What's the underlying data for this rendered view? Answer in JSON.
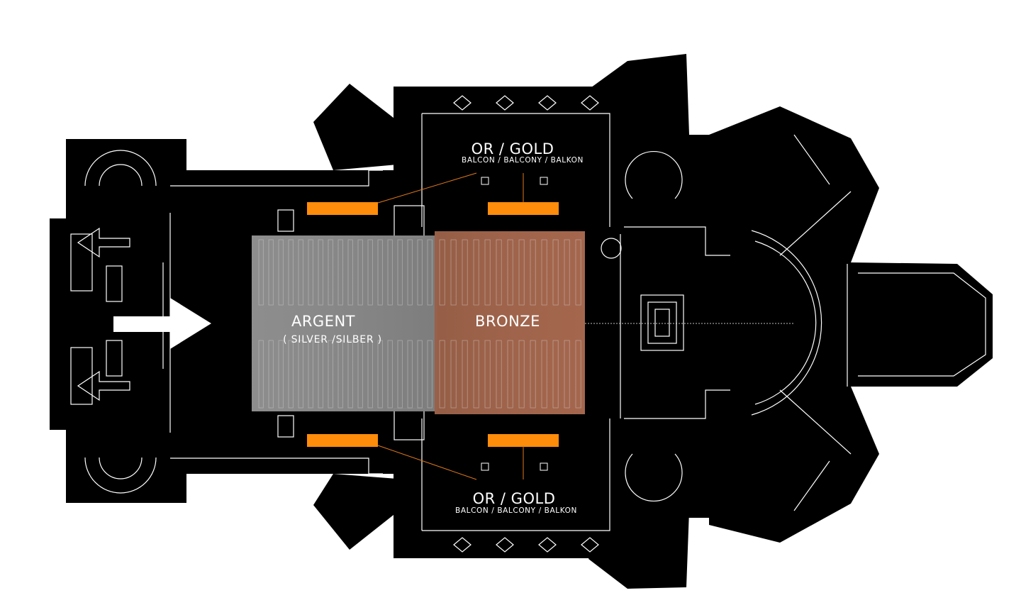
{
  "colors": {
    "background": "#ffffff",
    "structure": "#000000",
    "wall_line": "#ffffff",
    "silver_zone": "#8f8f8f",
    "bronze_zone": "#a4664c",
    "gold_balcony_bar": "#ff8c0a",
    "leader_line": "#e0781a"
  },
  "zones": {
    "gold_top": {
      "title": "OR / GOLD",
      "subtitle": "BALCON / BALCONY / BALKON"
    },
    "silver": {
      "title": "ARGENT",
      "subtitle": "( SILVER /SILBER )"
    },
    "bronze": {
      "title": "BRONZE"
    },
    "gold_bottom": {
      "title": "OR / GOLD",
      "subtitle": "BALCON / BALCONY / BALKON"
    }
  },
  "icons": {
    "entrance": "arrow-right-icon",
    "exits": "arrow-left-icon"
  }
}
